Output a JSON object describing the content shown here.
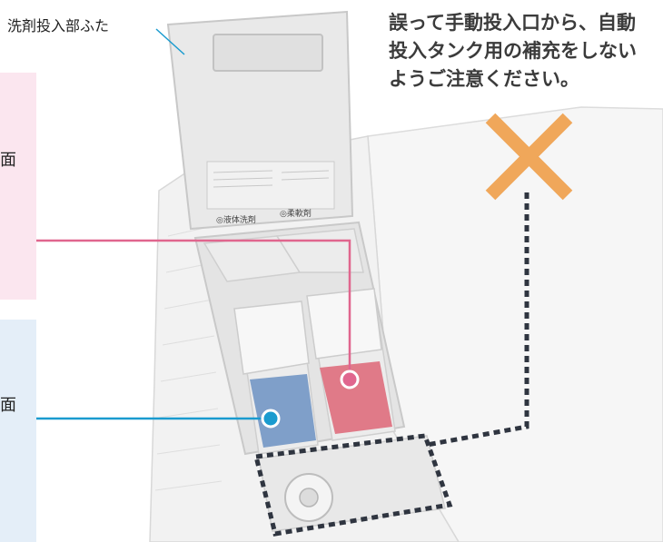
{
  "lid_label": "洗剤投入部ふた",
  "warning_lines": [
    "誤って手動投入口から、自動",
    "投入タンク用の補充をしない",
    "ようご注意ください。"
  ],
  "side_labels": {
    "pink": "面",
    "blue": "面"
  },
  "lid_labels": {
    "liquid_detergent": "◎液体洗剤",
    "softener": "◎柔軟剤"
  },
  "colors": {
    "pink_panel": "#fbe6ef",
    "blue_panel": "#e4eef8",
    "pink_line": "#e0668e",
    "blue_line": "#1a9bcf",
    "cross": "#f0a75a",
    "dotted_border": "#2f3540"
  }
}
